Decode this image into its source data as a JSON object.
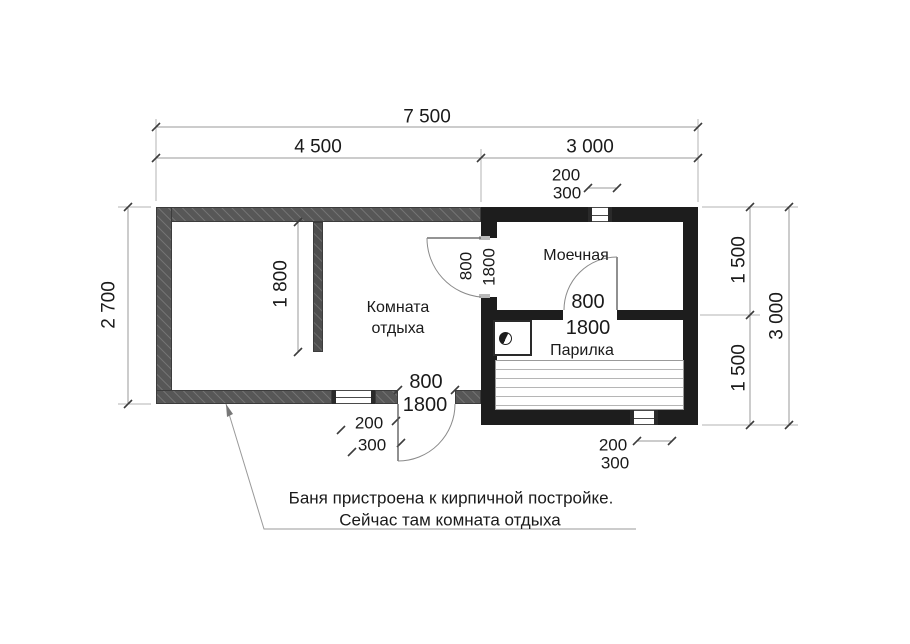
{
  "drawing": {
    "note": {
      "line1": "Баня пристроена к кирпичной постройке.",
      "line2": "Сейчас там комната отдыха"
    },
    "rooms": {
      "rest": {
        "line1": "Комната",
        "line2": "отдыха"
      },
      "wash": "Моечная",
      "steam": "Парилка"
    },
    "dimensions": {
      "overall_width": "7 500",
      "left_section_width": "4 500",
      "right_section_width": "3 000",
      "left_height": "2 700",
      "right_upper_height": "1 500",
      "right_lower_height": "1 500",
      "right_overall_height": "3 000",
      "partition_length": "1 800"
    },
    "doors": {
      "rest_to_wash": {
        "width": "800",
        "height": "1800"
      },
      "wash_to_steam": {
        "width": "800",
        "height": "1800"
      },
      "entrance": {
        "width": "800",
        "height": "1800"
      }
    },
    "windows": {
      "top": {
        "width": "200",
        "height": "300"
      },
      "bottom_left": {
        "width": "200",
        "height": "300"
      },
      "bottom_right": {
        "width": "200",
        "height": "300"
      }
    },
    "colors": {
      "brick_wall": "#575757",
      "bath_wall": "#1d1d1d",
      "dimension_line": "#9a9a9a",
      "text": "#1a1a1a"
    }
  }
}
